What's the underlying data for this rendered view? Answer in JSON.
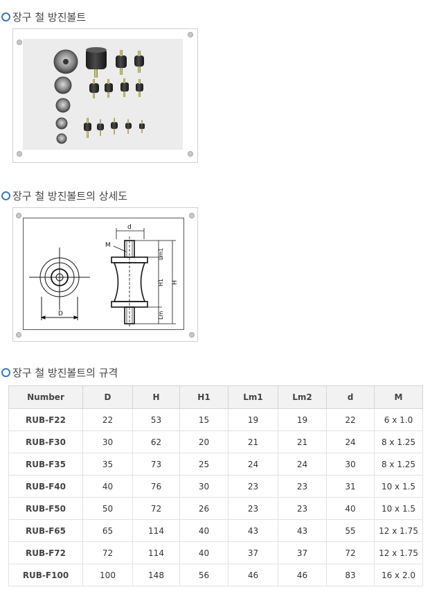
{
  "sections": {
    "photo_title": "장구 철 방진볼트",
    "drawing_title": "장구 철 방진볼트의 상세도",
    "spec_title": "장구 철 방진볼트의 규격"
  },
  "drawing": {
    "label_d": "d",
    "label_M": "M",
    "label_D": "D",
    "label_Lm1": "Lm1",
    "label_H1": "H1",
    "label_Lm": "Lm",
    "label_H": "H"
  },
  "table": {
    "headers": [
      "Number",
      "D",
      "H",
      "H1",
      "Lm1",
      "Lm2",
      "d",
      "M"
    ],
    "rows": [
      [
        "RUB-F22",
        "22",
        "53",
        "15",
        "19",
        "19",
        "22",
        "6 x 1.0"
      ],
      [
        "RUB-F30",
        "30",
        "62",
        "20",
        "21",
        "21",
        "24",
        "8 x 1.25"
      ],
      [
        "RUB-F35",
        "35",
        "73",
        "25",
        "24",
        "24",
        "30",
        "8 x 1.25"
      ],
      [
        "RUB-F40",
        "40",
        "76",
        "30",
        "23",
        "23",
        "31",
        "10 x 1.5"
      ],
      [
        "RUB-F50",
        "50",
        "72",
        "26",
        "23",
        "23",
        "40",
        "10 x 1.5"
      ],
      [
        "RUB-F65",
        "65",
        "114",
        "40",
        "43",
        "43",
        "55",
        "12 x 1.75"
      ],
      [
        "RUB-F72",
        "72",
        "114",
        "40",
        "37",
        "37",
        "72",
        "12 x 1.75"
      ],
      [
        "RUB-F100",
        "100",
        "148",
        "56",
        "46",
        "46",
        "83",
        "16 x 2.0"
      ]
    ]
  }
}
